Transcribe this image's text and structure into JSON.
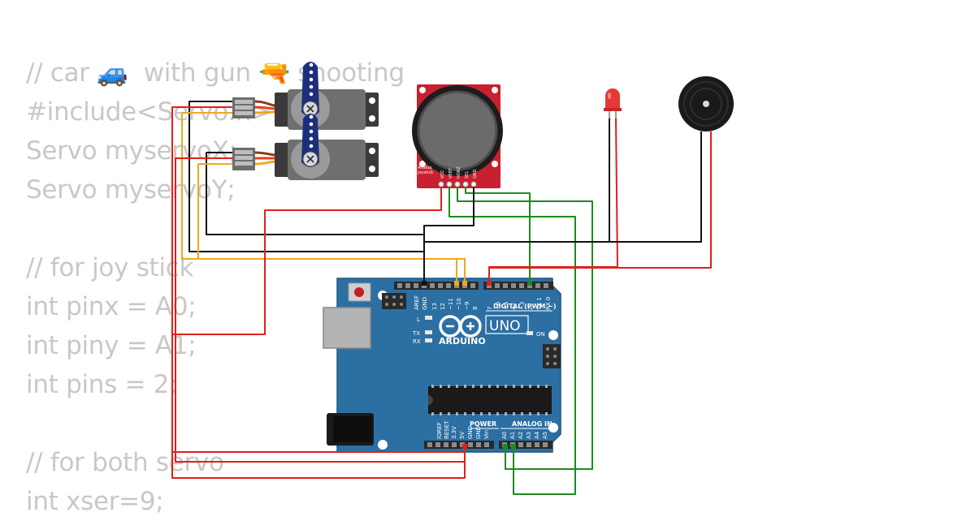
{
  "code_lines": [
    "// car 🚙  with gun 🔫 shooting",
    "#include<Servo.h>",
    "Servo myservoX;",
    "Servo myservoY;",
    "",
    "// for joy stick",
    "int pinx = A0;",
    "int piny = A1;",
    "int pins = 2;",
    "",
    "// for both servo",
    "int xser=9;"
  ],
  "board": {
    "name": "ARDUINO",
    "model": "UNO",
    "on_label": "ON",
    "l_label": "L",
    "tx_label": "TX",
    "rx_label": "RX",
    "aref_label": "AREF",
    "gnd_label": "GND",
    "digital_label": "DIGITAL (PWM ~)",
    "power_label": "POWER",
    "analog_label": "ANALOG IN",
    "digital_pins_left": [
      "13",
      "12",
      "~11",
      "~10",
      "~9",
      "8"
    ],
    "digital_pins_right": [
      "7",
      "~6",
      "~5",
      "4",
      "~3",
      "2",
      "TX 1",
      "RX 0"
    ],
    "power_pins": [
      "IOREF",
      "RESET",
      "3.3V",
      "5V",
      "GND",
      "GND",
      "Vin"
    ],
    "analog_pins": [
      "A0",
      "A1",
      "A2",
      "A3",
      "A4",
      "A5"
    ],
    "colors": {
      "board": "#2b6fa3",
      "header": "#2a2a2a"
    }
  },
  "joystick": {
    "label_line1": "Analog",
    "label_line2": "Joystick",
    "pins": [
      "VCC",
      "VERT",
      "HORZ",
      "SEL",
      "GND"
    ],
    "color": "#c8202f"
  },
  "components": [
    {
      "name": "servo-x",
      "icon": "servo-icon"
    },
    {
      "name": "servo-y",
      "icon": "servo-icon"
    },
    {
      "name": "led",
      "icon": "red-led-icon",
      "color": "#e53935"
    },
    {
      "name": "buzzer",
      "icon": "buzzer-icon"
    }
  ],
  "wire_colors": {
    "red": "#e0201a",
    "black": "#111111",
    "green": "#1e8a1e",
    "orange": "#f0a81c"
  }
}
